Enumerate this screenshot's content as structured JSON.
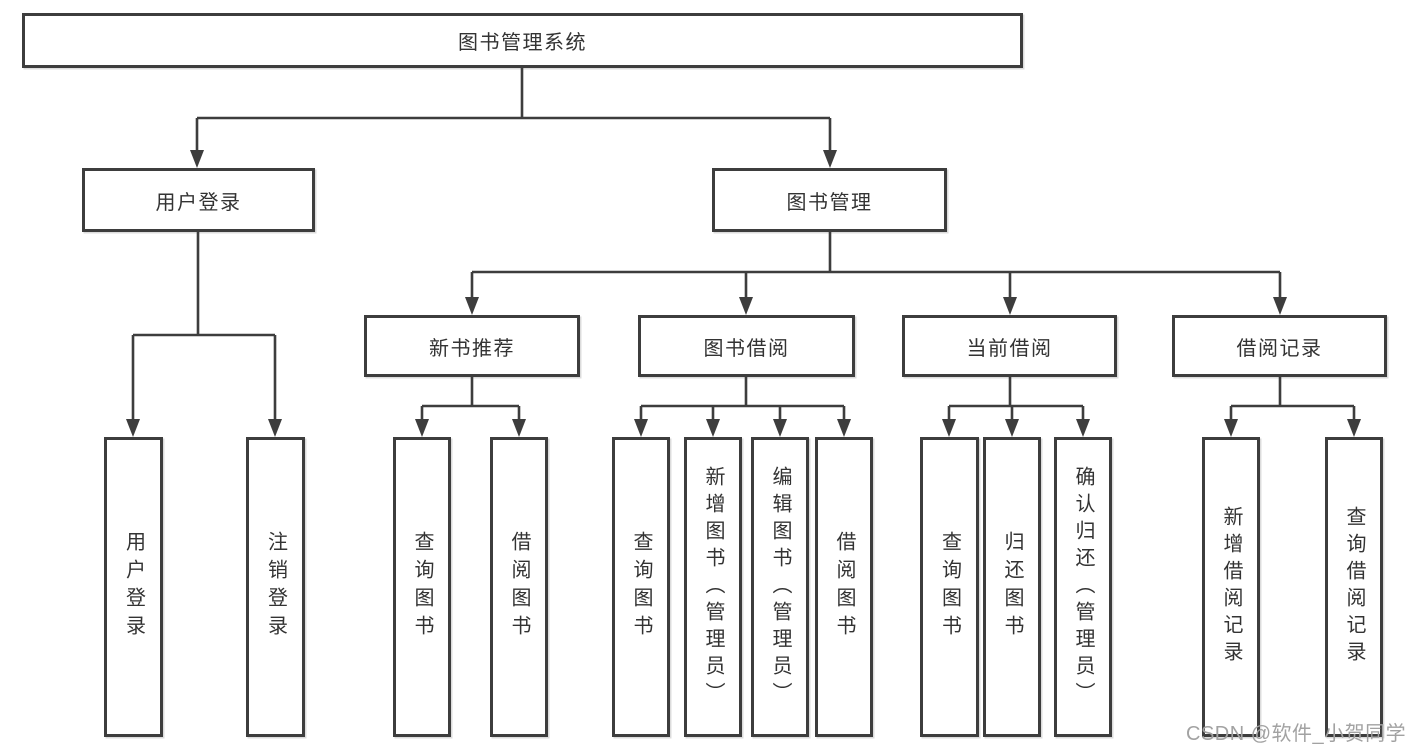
{
  "diagram": {
    "root": {
      "label": "图书管理系统"
    },
    "branches": [
      {
        "label": "用户登录",
        "children": [
          {
            "label": "用户登录"
          },
          {
            "label": "注销登录"
          }
        ]
      },
      {
        "label": "图书管理",
        "children": [
          {
            "label": "新书推荐",
            "children": [
              {
                "label": "查询图书"
              },
              {
                "label": "借阅图书"
              }
            ]
          },
          {
            "label": "图书借阅",
            "children": [
              {
                "label": "查询图书"
              },
              {
                "label": "新增图书（管理员）"
              },
              {
                "label": "编辑图书（管理员）"
              },
              {
                "label": "借阅图书"
              }
            ]
          },
          {
            "label": "当前借阅",
            "children": [
              {
                "label": "查询图书"
              },
              {
                "label": "归还图书"
              },
              {
                "label": "确认归还（管理员）"
              }
            ]
          },
          {
            "label": "借阅记录",
            "children": [
              {
                "label": "新增借阅记录"
              },
              {
                "label": "查询借阅记录"
              }
            ]
          }
        ]
      }
    ],
    "watermark": "CSDN @软件_小贺同学",
    "colors": {
      "line": "#3d3d3d",
      "text": "#333333",
      "box_background": "#ffffff",
      "watermark": "#a2a2a2"
    }
  }
}
